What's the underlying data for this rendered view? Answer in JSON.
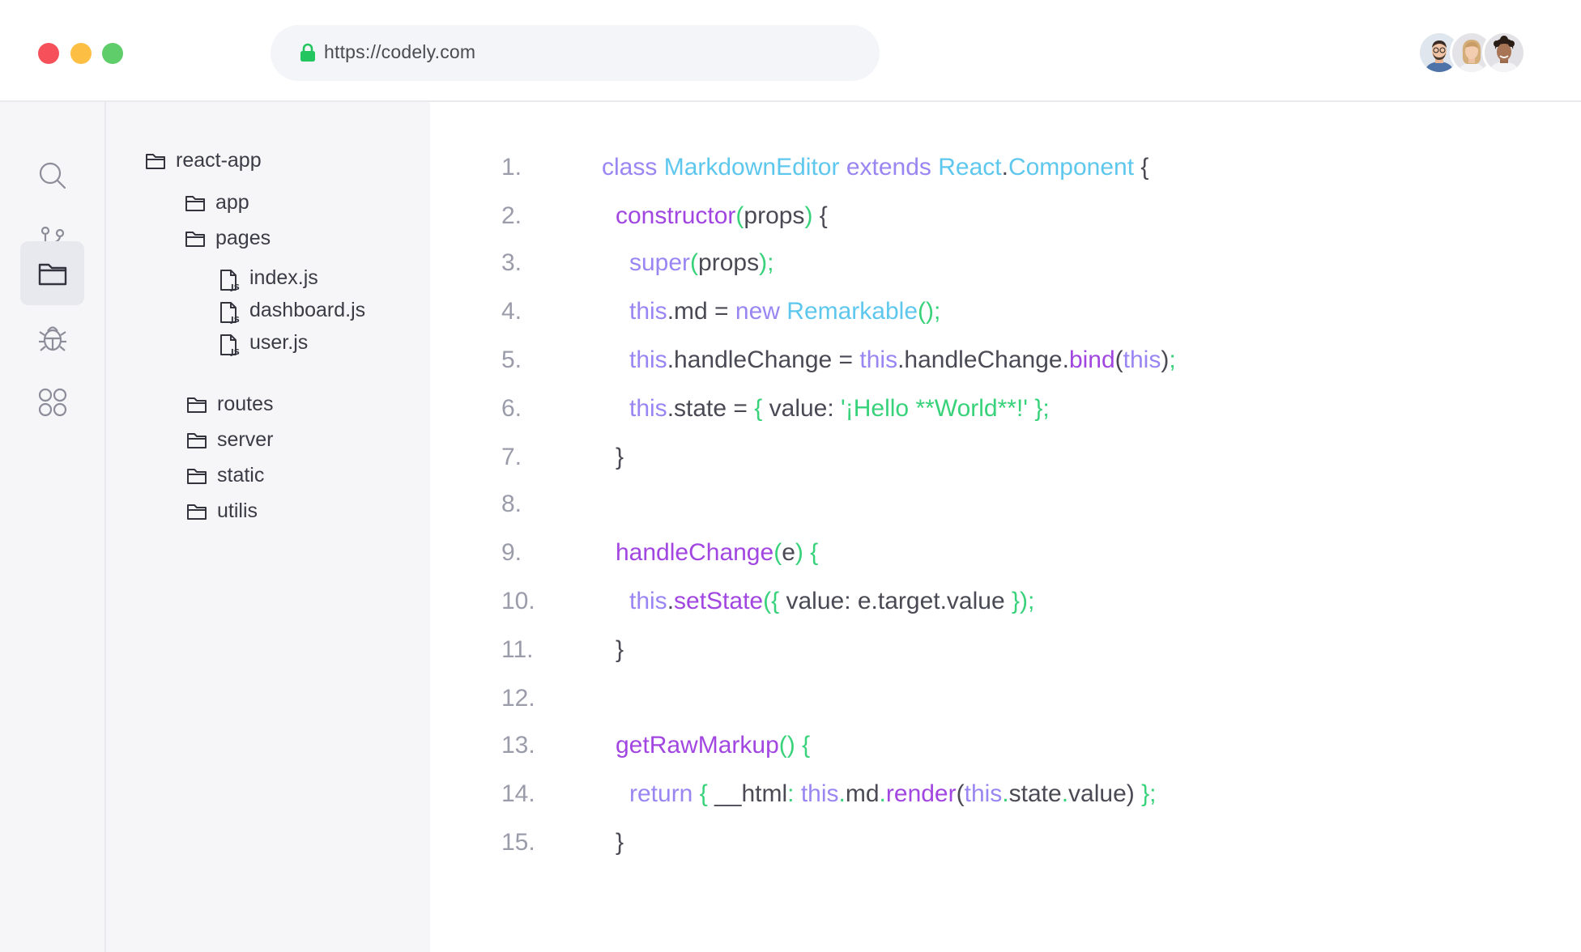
{
  "window": {
    "traffic_colors": {
      "close": "#f6505b",
      "minimize": "#fcbf44",
      "maximize": "#5fcd6a"
    }
  },
  "address_bar": {
    "url": "https://codely.com",
    "lock_color": "#22c55e"
  },
  "collaborators": [
    {
      "name": "avatar-man-glasses"
    },
    {
      "name": "avatar-woman"
    },
    {
      "name": "avatar-man-curly"
    }
  ],
  "activity_bar": [
    {
      "icon": "search-icon"
    },
    {
      "icon": "git-branch-icon"
    },
    {
      "icon": "folder-icon",
      "active": true
    },
    {
      "icon": "bug-icon"
    },
    {
      "icon": "extensions-icon"
    }
  ],
  "file_tree": {
    "root": "react-app",
    "items": [
      {
        "type": "folder",
        "label": "app"
      },
      {
        "type": "folder",
        "label": "pages"
      },
      {
        "type": "file",
        "label": "index.js"
      },
      {
        "type": "file",
        "label": "dashboard.js"
      },
      {
        "type": "file",
        "label": "user.js"
      },
      {
        "type": "folder",
        "label": "routes"
      },
      {
        "type": "folder",
        "label": "server"
      },
      {
        "type": "folder",
        "label": "static"
      },
      {
        "type": "folder",
        "label": "utilis"
      }
    ]
  },
  "editor": {
    "line_numbers": [
      "1.",
      "2.",
      "3.",
      "4.",
      "5.",
      "6.",
      "7.",
      "8.",
      "9.",
      "10.",
      "11.",
      "12.",
      "13.",
      "14.",
      "15."
    ],
    "lines": [
      "class MarkdownEditor extends React.Component {",
      "constructor(props) {",
      "super(props);",
      "this.md = new Remarkable();",
      "this.handleChange = this.handleChange.bind(this);",
      "this.state = { value: '¡Hello **World**!' };",
      "}",
      "",
      "handleChange(e) {",
      "this.setState({ value: e.target.value });",
      "}",
      "",
      "getRawMarkup() {",
      "return { __html: this.md.render(this.state.value) };",
      "}"
    ]
  },
  "syntax_colors": {
    "keyword": "#9a86f2",
    "class_name": "#5ec7ee",
    "function": "#a146e0",
    "string": "#37d27a",
    "text": "#4a4a55",
    "line_number": "#9b9caa"
  }
}
